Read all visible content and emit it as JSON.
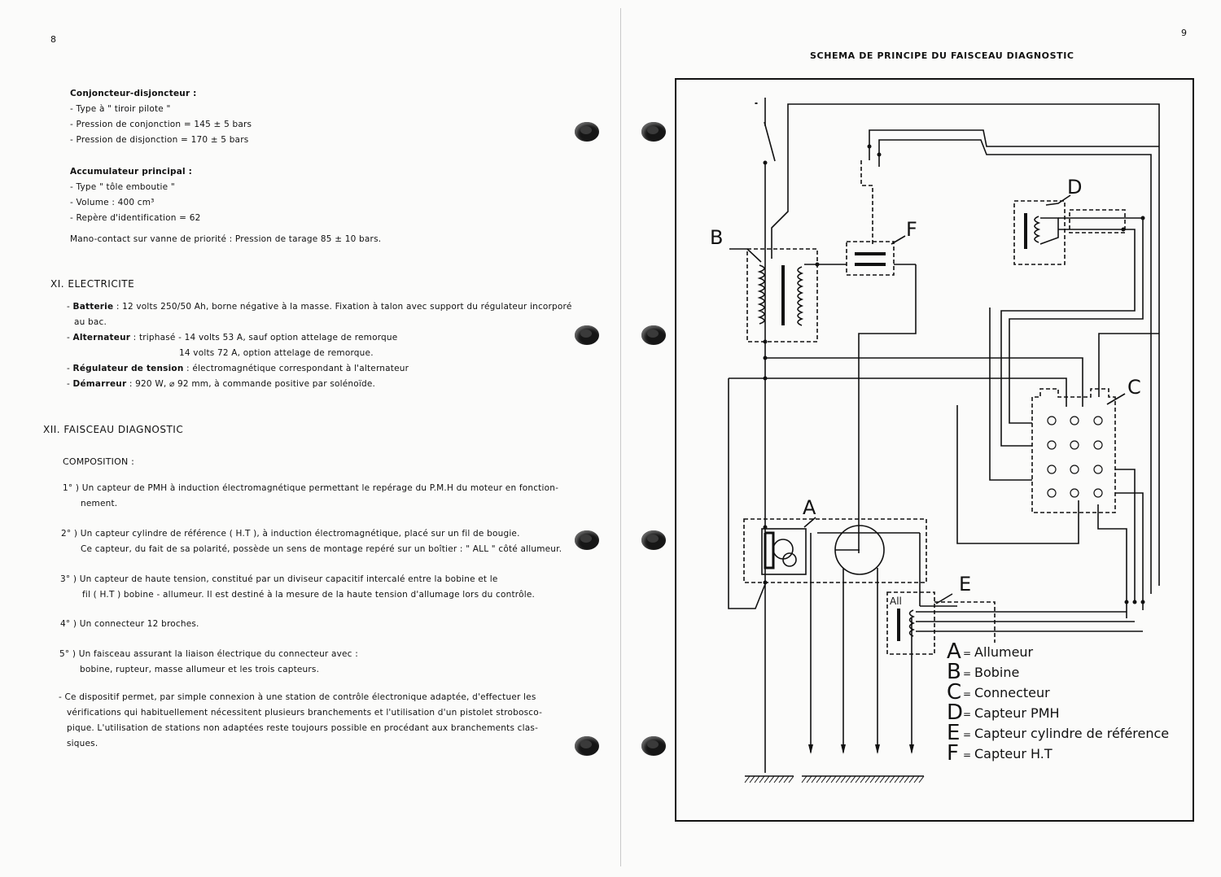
{
  "left_page": {
    "page_number": "8",
    "conjoncteur": {
      "heading": "Conjoncteur-disjoncteur :",
      "lines": [
        "- Type à \" tiroir pilote \"",
        "- Pression de conjonction  =  145 ± 5 bars",
        "- Pression de disjonction  =  170 ± 5 bars"
      ]
    },
    "accumulateur": {
      "heading": "Accumulateur principal :",
      "lines": [
        "- Type \" tôle emboutie \"",
        "- Volume : 400 cm³",
        "- Repère d'identification = 62"
      ]
    },
    "mano_contact": "Mano-contact sur vanne de priorité : Pression de tarage 85 ± 10 bars.",
    "section_xi": {
      "title": "XI.  ELECTRICITE",
      "batterie_label": "Batterie",
      "batterie_text": " : 12 volts 250/50 Ah, borne négative à la masse. Fixation à talon avec support du régulateur incorporé",
      "batterie_cont": "au bac.",
      "alternateur_label": "Alternateur",
      "alternateur_text": " : triphasé - 14  volts 53 A,  sauf option attelage de remorque",
      "alternateur_cont": "14 volts 72 A,  option attelage de remorque.",
      "regulateur_label": "Régulateur de tension",
      "regulateur_text": " : électromagnétique correspondant à l'alternateur",
      "demarreur_label": "Démarreur",
      "demarreur_text": " : 920 W, ⌀   92 mm, à commande positive par solénoïde."
    },
    "section_xii": {
      "title": "XII.  FAISCEAU DIAGNOSTIC",
      "composition": "COMPOSITION :",
      "item1_a": "1° ) Un capteur de PMH à induction électromagnétique permettant le repérage du P.M.H du moteur en fonction-",
      "item1_b": "nement.",
      "item2_a": "2° ) Un capteur cylindre de référence ( H.T ), à induction électromagnétique, placé sur un fil de bougie.",
      "item2_b": "Ce capteur, du fait de sa polarité, possède un sens de montage repéré sur un boîtier : \" ALL \" côté allumeur.",
      "item3_a": "3° ) Un capteur de haute tension, constitué par un diviseur capacitif intercalé entre la bobine et le",
      "item3_b": "fil ( H.T ) bobine - allumeur. Il est destiné à la mesure de la haute tension d'allumage lors du contrôle.",
      "item4": "4° ) Un connecteur 12 broches.",
      "item5_a": "5° ) Un faisceau assurant la liaison électrique du connecteur avec :",
      "item5_b": "bobine, rupteur, masse allumeur et les trois capteurs.",
      "para_1": "- Ce dispositif permet, par simple connexion à une station de contrôle électronique adaptée, d'effectuer les",
      "para_2": "vérifications qui habituellement nécessitent plusieurs branchements et l'utilisation d'un pistolet strobosco-",
      "para_3": "pique. L'utilisation de stations non adaptées reste toujours possible en procédant aux branchements clas-",
      "para_4": "siques."
    }
  },
  "right_page": {
    "page_number": "9",
    "schema_title": "SCHEMA DE PRINCIPE DU FAISCEAU DIAGNOSTIC",
    "diagram_labels": {
      "A": "A",
      "B": "B",
      "C": "C",
      "D": "D",
      "E": "E",
      "F": "F",
      "all": "All"
    },
    "legend": [
      {
        "letter": "A",
        "eq": "=",
        "text": "Allumeur"
      },
      {
        "letter": "B",
        "eq": "=",
        "text": "Bobine"
      },
      {
        "letter": "C",
        "eq": "=",
        "text": "Connecteur"
      },
      {
        "letter": "D",
        "eq": "=",
        "text": "Capteur PMH"
      },
      {
        "letter": "E",
        "eq": "=",
        "text": "Capteur cylindre de référence"
      },
      {
        "letter": "F",
        "eq": "=",
        "text": "Capteur  H.T"
      }
    ]
  }
}
